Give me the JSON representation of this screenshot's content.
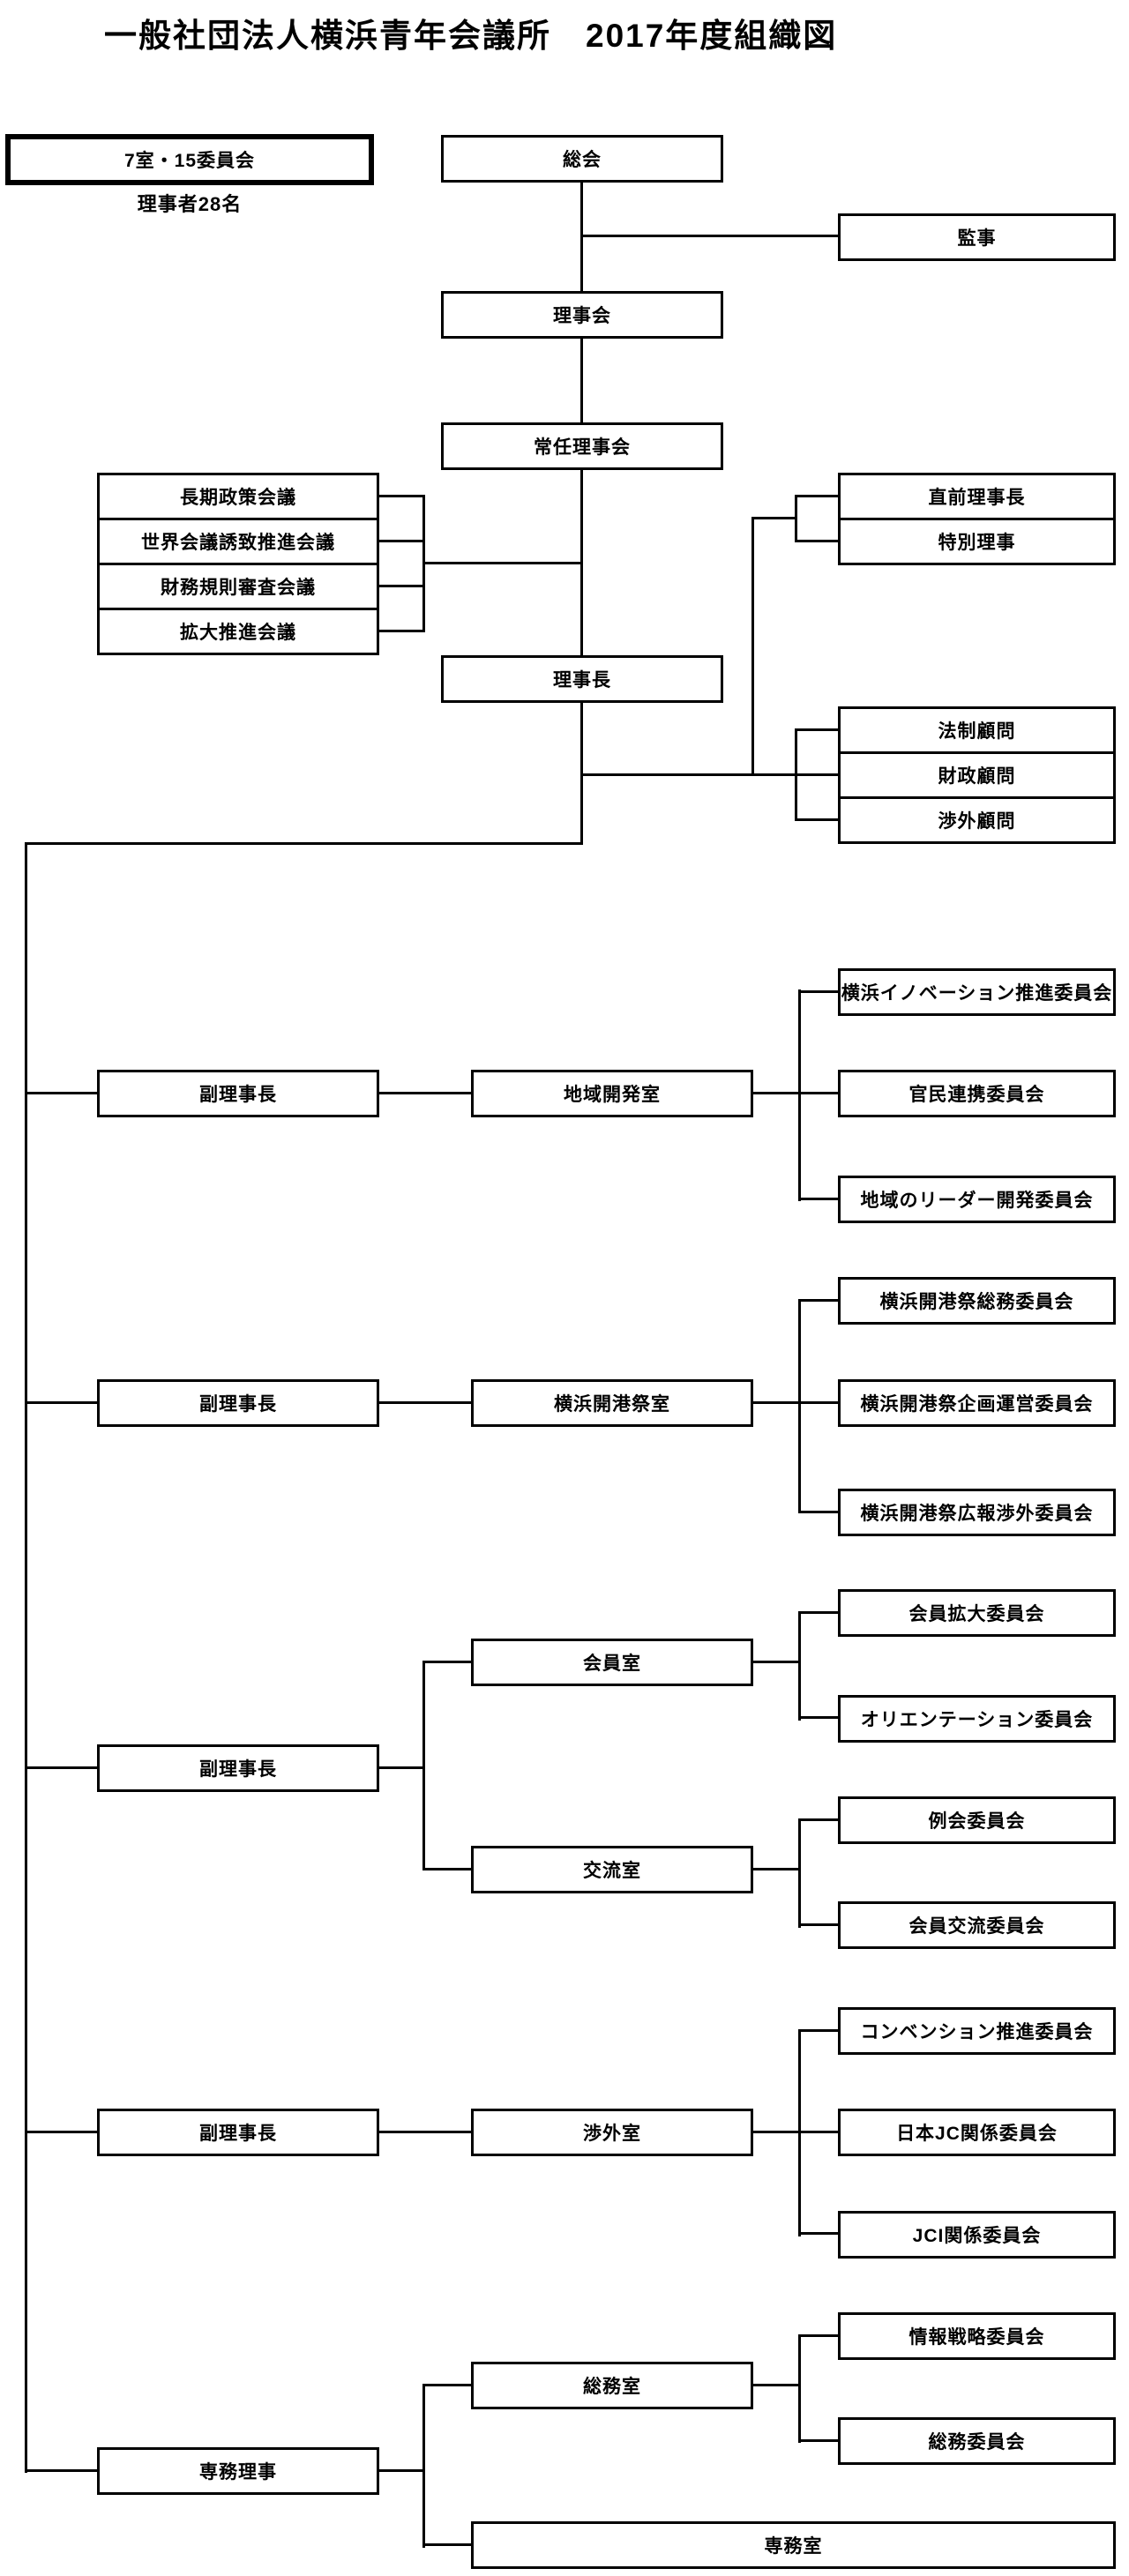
{
  "title": "一般社団法人横浜青年会議所　2017年度組織図",
  "legend": {
    "label": "7室・15委員会",
    "sub_label": "理事者28名"
  },
  "colors": {
    "line": "#000000",
    "box_border": "#000000",
    "box_background": "#ffffff",
    "text": "#000000",
    "page_background": "#ffffff"
  },
  "org": {
    "top": {
      "sokai": "総会",
      "kanji": "監事",
      "rijikai": "理事会",
      "jonin": "常任理事会",
      "rijicho": "理事長"
    },
    "conferences": [
      "長期政策会議",
      "世界会議誘致推進会議",
      "財務規則審査会議",
      "拡大推進会議"
    ],
    "special": [
      "直前理事長",
      "特別理事"
    ],
    "advisors": [
      "法制顧問",
      "財政顧問",
      "渉外顧問"
    ],
    "groups": [
      {
        "officer": "副理事長",
        "rooms": [
          {
            "name": "地域開発室",
            "committees": [
              "横浜イノベーション推進委員会",
              "官民連携委員会",
              "地域のリーダー開発委員会"
            ]
          }
        ]
      },
      {
        "officer": "副理事長",
        "rooms": [
          {
            "name": "横浜開港祭室",
            "committees": [
              "横浜開港祭総務委員会",
              "横浜開港祭企画運営委員会",
              "横浜開港祭広報渉外委員会"
            ]
          }
        ]
      },
      {
        "officer": "副理事長",
        "rooms": [
          {
            "name": "会員室",
            "committees": [
              "会員拡大委員会",
              "オリエンテーション委員会"
            ]
          },
          {
            "name": "交流室",
            "committees": [
              "例会委員会",
              "会員交流委員会"
            ]
          }
        ]
      },
      {
        "officer": "副理事長",
        "rooms": [
          {
            "name": "渉外室",
            "committees": [
              "コンベンション推進委員会",
              "日本JC関係委員会",
              "JCI関係委員会"
            ]
          }
        ]
      },
      {
        "officer": "専務理事",
        "rooms": [
          {
            "name": "総務室",
            "committees": [
              "情報戦略委員会",
              "総務委員会"
            ]
          },
          {
            "name": "専務室",
            "committees": []
          }
        ]
      }
    ]
  }
}
